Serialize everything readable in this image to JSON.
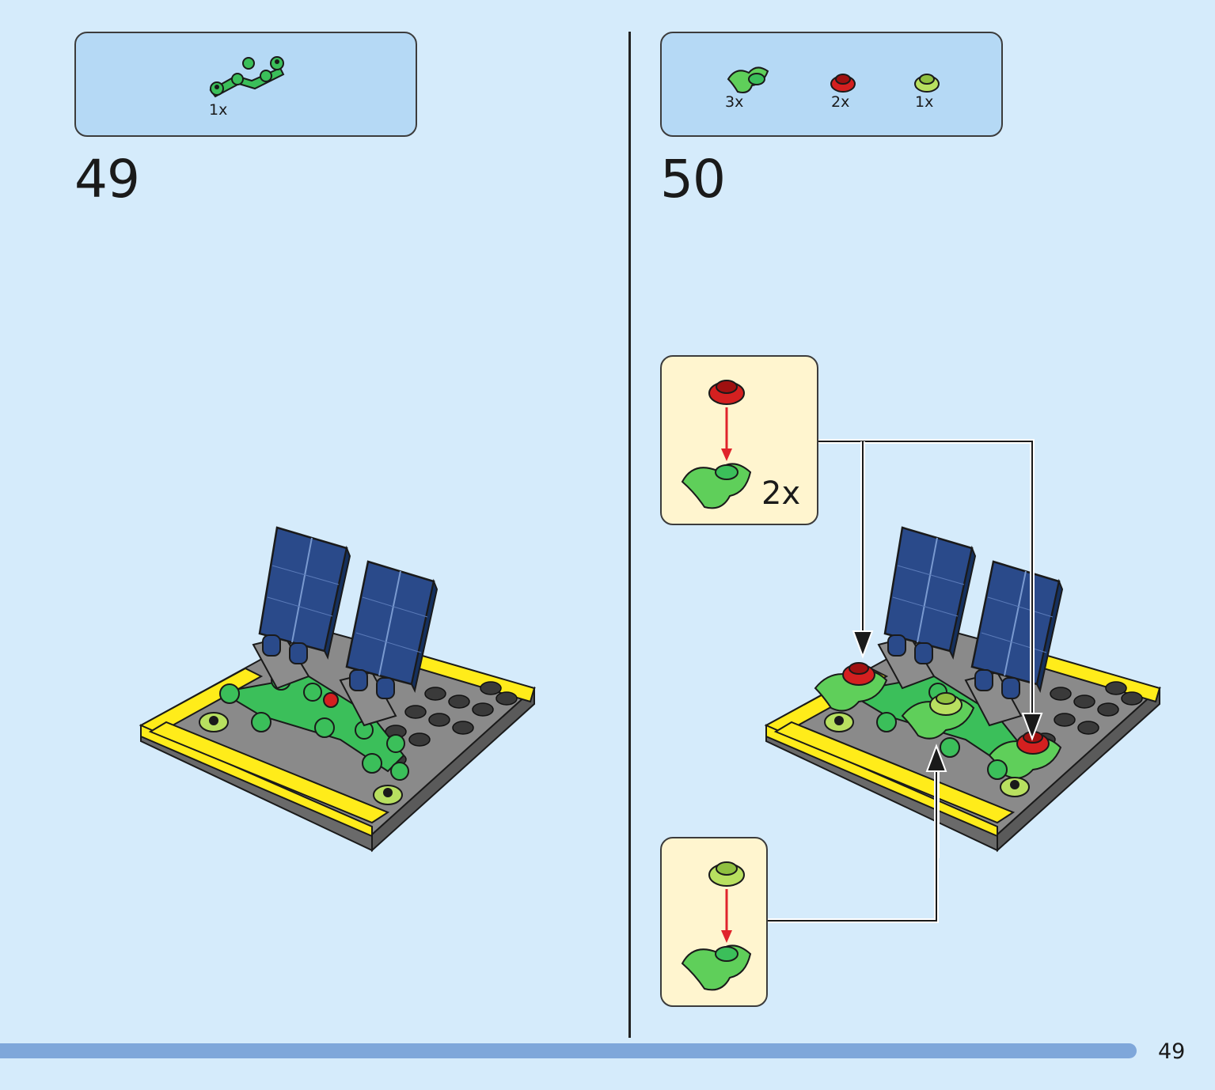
{
  "step_49": {
    "number": "49",
    "parts": [
      {
        "name": "green-branch-plate",
        "qty": "1x",
        "color": "#3bbf5a"
      }
    ]
  },
  "step_50": {
    "number": "50",
    "parts": [
      {
        "name": "green-leaf-plate",
        "qty": "3x",
        "color": "#5fcf5a"
      },
      {
        "name": "red-round-flower",
        "qty": "2x",
        "color": "#d42020"
      },
      {
        "name": "lime-round-flower",
        "qty": "1x",
        "color": "#b8e060"
      }
    ],
    "callouts": [
      {
        "name": "red-flower-subassembly",
        "multiplier": "2x"
      },
      {
        "name": "lime-flower-subassembly",
        "multiplier": ""
      }
    ]
  },
  "colors": {
    "background": "#d5ebfb",
    "parts_box": "#b5d9f5",
    "callout_box": "#fff5cf",
    "baseplate": "#7a7a7a",
    "yellow_tile": "#ffec1a",
    "solar_panel": "#2a4a8a",
    "green": "#3bbf5a",
    "red": "#d42020",
    "lime": "#b8e060",
    "arrow_red": "#e0242c"
  },
  "footer": {
    "page_number": "49",
    "progress": 0.935
  }
}
